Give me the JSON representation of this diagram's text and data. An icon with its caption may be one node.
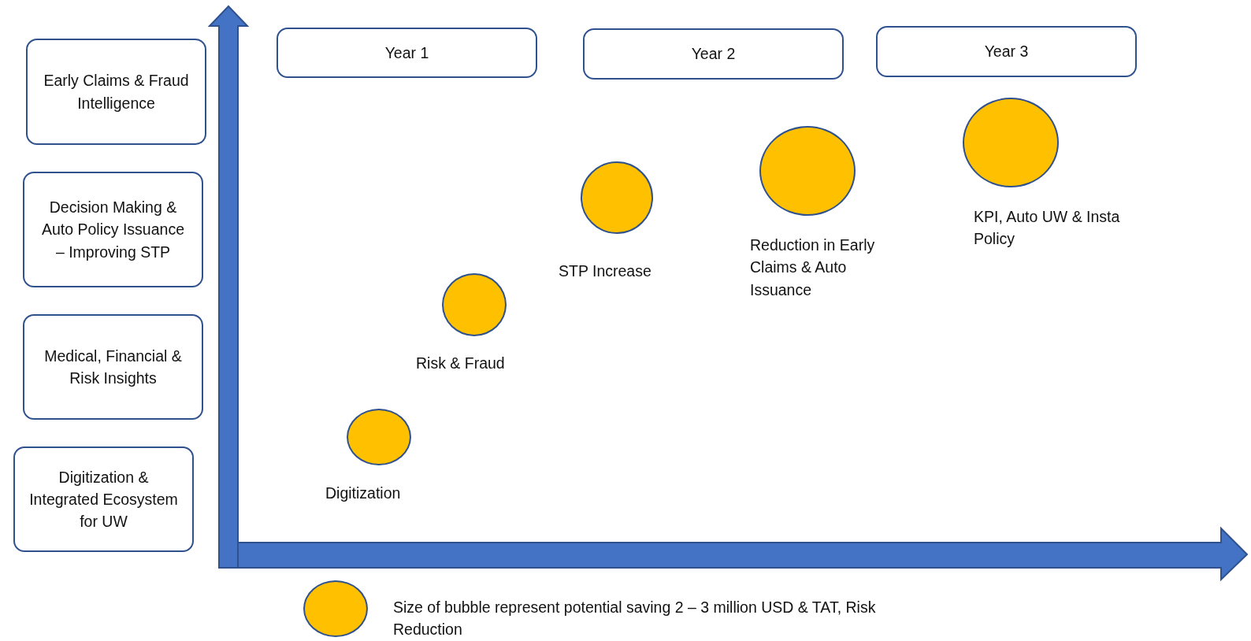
{
  "diagram": {
    "nodes": [
      {
        "text": [
          "Early Claims & Fraud Intelligence"
        ]
      },
      {
        "text": [
          "Decision Making & Auto Policy Issuance – Improving STP"
        ]
      },
      {
        "text": [
          "Medical, Financial & Risk Insights"
        ]
      },
      {
        "text": [
          "Digitization & Integrated Ecosystem for UW"
        ]
      },
      {
        "text": [
          "Year 1"
        ]
      },
      {
        "text": [
          "Year 2"
        ]
      },
      {
        "text": [
          "Year 3"
        ]
      },
      {
        "text": [],
        "shape": "circle",
        "beside": [
          "Digitization"
        ]
      },
      {
        "text": [],
        "shape": "circle",
        "beside": [
          "Risk & Fraud"
        ]
      },
      {
        "text": [],
        "shape": "circle",
        "beside": [
          "STP Increase"
        ]
      },
      {
        "text": [],
        "shape": "circle",
        "beside": [
          "Reduction in Early Claims & Auto Issuance"
        ]
      },
      {
        "text": [],
        "shape": "circle",
        "beside": [
          "KPI, Auto UW & Insta Policy"
        ]
      }
    ],
    "edges": [],
    "legend": [
      {
        "text": "Size of bubble represent potential saving 2 – 3 million USD & TAT, Risk Reduction"
      }
    ]
  }
}
